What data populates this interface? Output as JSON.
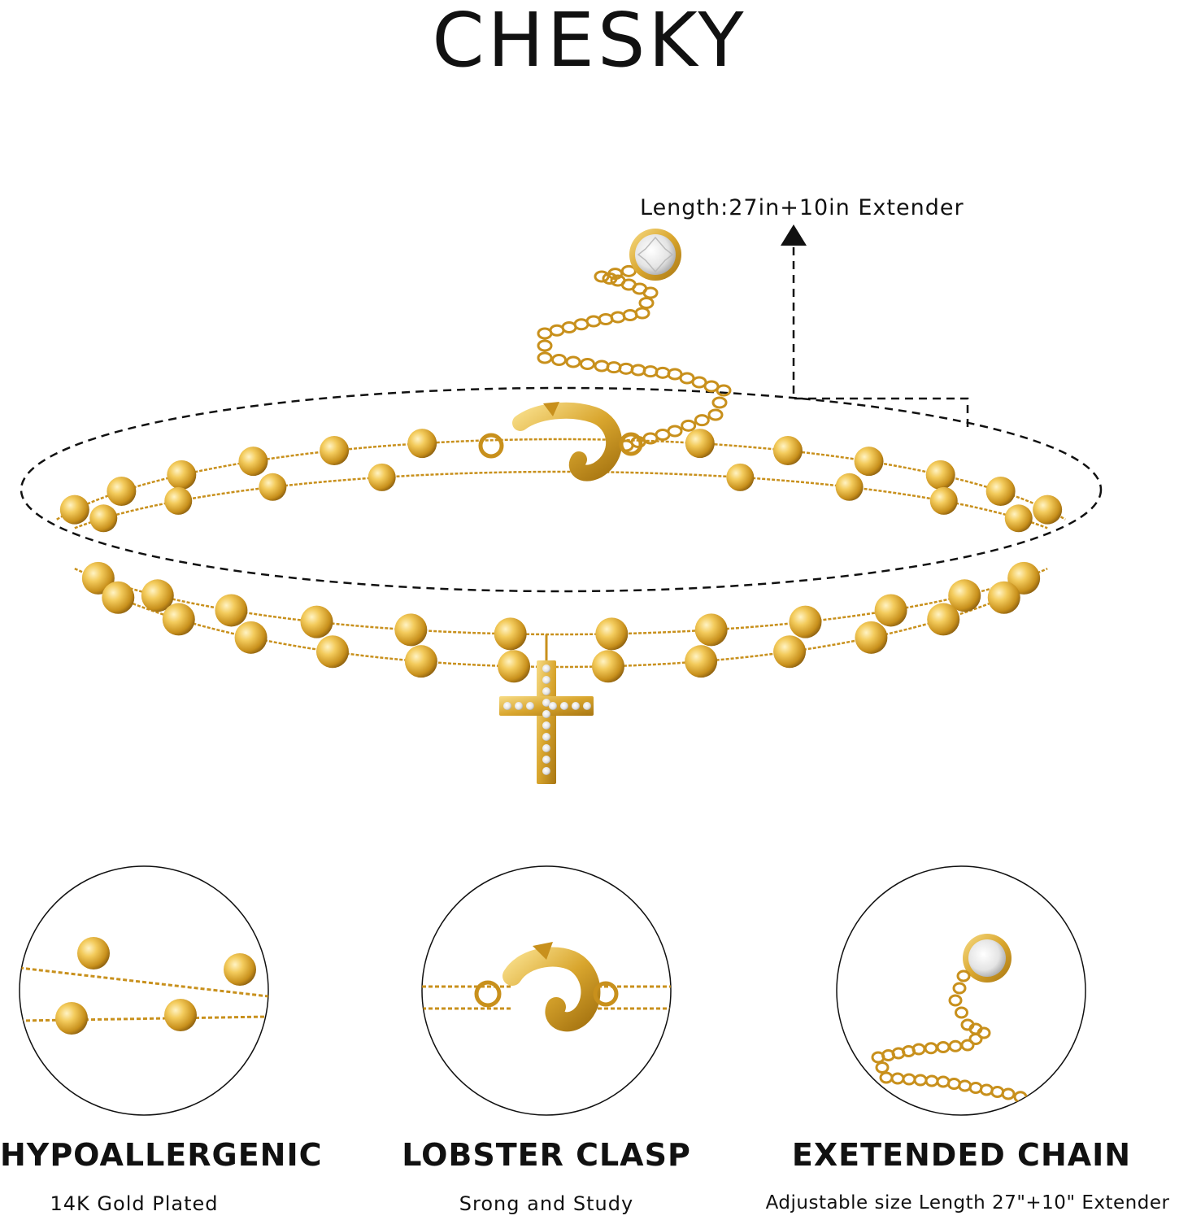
{
  "brand": "CHESKY",
  "length_callout": "Length:27in+10in Extender",
  "features": [
    {
      "title": "HYPOALLERGENIC",
      "subtitle": "14K Gold Plated",
      "icon": "bead-chain-closeup"
    },
    {
      "title": "LOBSTER CLASP",
      "subtitle": "Srong and Study",
      "icon": "lobster-clasp-closeup"
    },
    {
      "title": "EXETENDED CHAIN",
      "subtitle": "Adjustable size Length 27\"+10\" Extender",
      "icon": "extender-chain-closeup"
    }
  ],
  "colors": {
    "gold": "#d9a62e",
    "gold_light": "#f7dc86",
    "gold_dark": "#a87612",
    "ink": "#111111"
  }
}
